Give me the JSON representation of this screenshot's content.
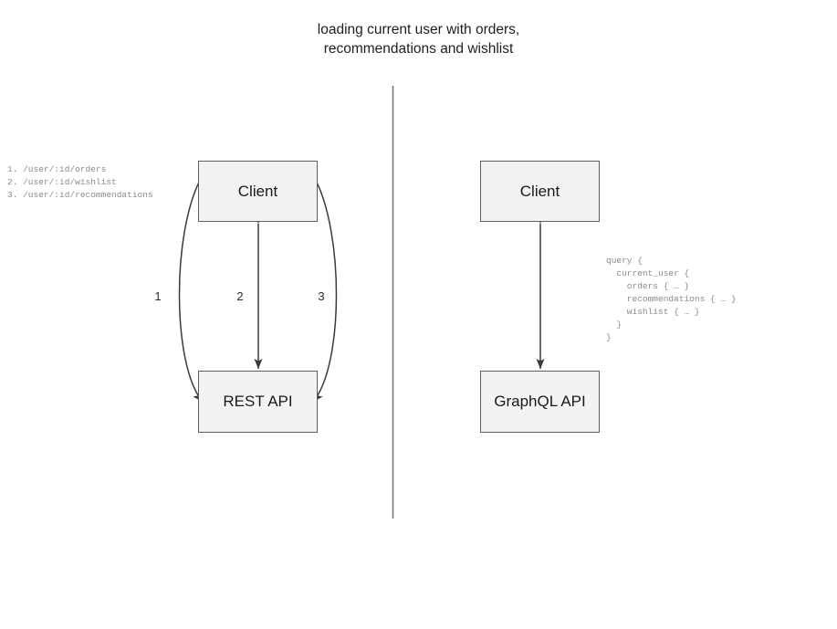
{
  "title": "loading current user with orders,\nrecommendations and wishlist",
  "divider": {
    "name": "vertical-divider"
  },
  "rest_side": {
    "client_label": "Client",
    "api_label": "REST API",
    "edge_labels": [
      "1",
      "2",
      "3"
    ],
    "endpoints": "1. /user/:id/orders\n2. /user/:id/wishlist\n3. /user/:id/recommendations",
    "endpoint_items": [
      "1. /user/:id/orders",
      "2. /user/:id/wishlist",
      "3. /user/:id/recommendations"
    ]
  },
  "graphql_side": {
    "client_label": "Client",
    "api_label": "GraphQL API",
    "query": "query {\n  current_user {\n    orders { … }\n    recommendations { … }\n    wishlist { … }\n  }\n}",
    "query_lines": [
      "query {",
      "  current_user {",
      "    orders { … }",
      "    recommendations { … }",
      "    wishlist { … }",
      "  }",
      "}"
    ]
  },
  "colors": {
    "node_fill": "#f3f3f3",
    "node_border": "#5f5f5f",
    "edge_stroke": "#3a3a3a",
    "divider_stroke": "#7a7a7a",
    "code_text": "#8a8a8a",
    "title_text": "#1e1e1e"
  }
}
